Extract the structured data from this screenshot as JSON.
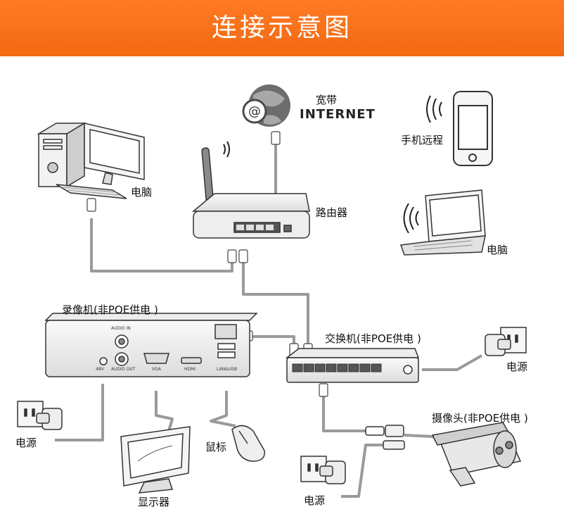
{
  "header": {
    "title": "连接示意图",
    "bg_color": "#f26a12"
  },
  "labels": {
    "broadband": "宽带",
    "internet": "INTERNET",
    "phone_remote": "手机远程",
    "pc": "电脑",
    "router": "路由器",
    "laptop": "电脑",
    "nvr": "录像机(非POE供电 )",
    "switch": "交换机(非POE供电 )",
    "power_switch": "电源",
    "camera": "摄像头(非POE供电 )",
    "power_nvr": "电源",
    "mouse": "鼠标",
    "monitor": "显示器",
    "power_camera": "电源"
  },
  "nvr_ports": {
    "audio_in": "AUDIO IN",
    "audio_out": "AUDIO OUT",
    "power": "48V",
    "vga": "VGA",
    "hdmi": "HDMI",
    "lan_usb": "LAN&USB"
  }
}
